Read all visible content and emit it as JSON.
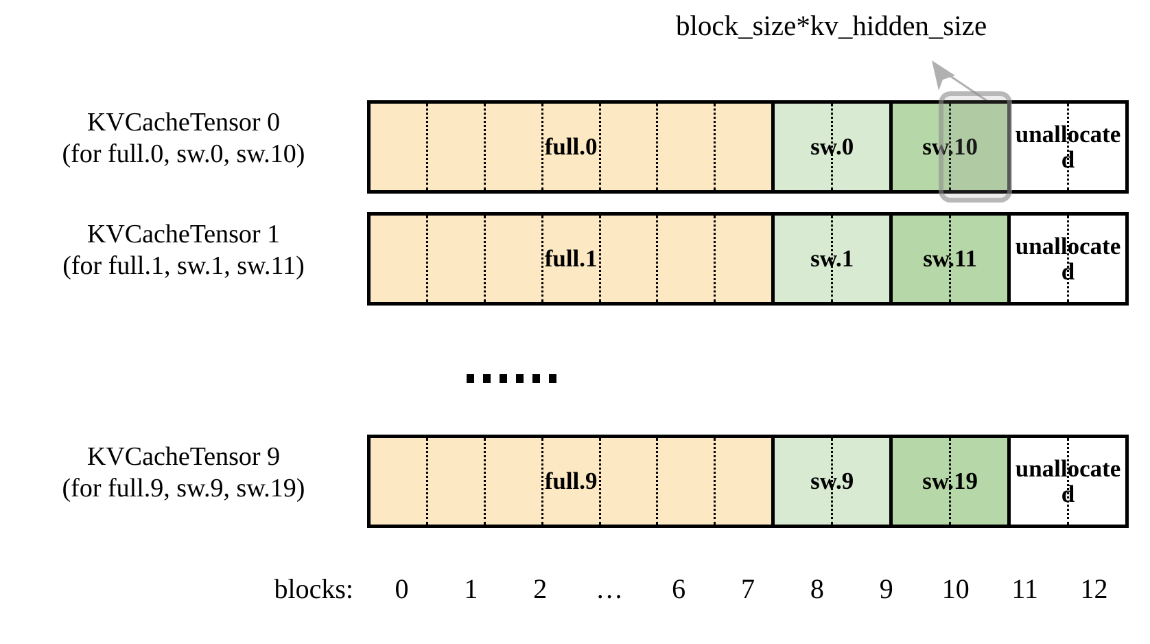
{
  "annotation": {
    "callout_label": "block_size*kv_hidden_size",
    "arrow_icon": "arrow-up-left-icon",
    "highlight_target_block": "11"
  },
  "colors": {
    "full_segment": "#fce8c3",
    "sw_segment": "#d9ead3",
    "sw_second_segment": "#b6d7a8",
    "unallocated_segment": "#ffffff",
    "outline": "#000000",
    "highlight": "#8c8c8c"
  },
  "rows": [
    {
      "title": "KVCacheTensor 0",
      "subtitle": "(for full.0, sw.0, sw.10)",
      "segments": [
        {
          "label": "full.0",
          "blocks": 7,
          "kind": "full"
        },
        {
          "label": "sw.0",
          "blocks": 2,
          "kind": "sw"
        },
        {
          "label": "sw.10",
          "blocks": 2,
          "kind": "sw2"
        },
        {
          "label": "unallocated",
          "blocks": 2,
          "kind": "unallocated"
        }
      ]
    },
    {
      "title": "KVCacheTensor 1",
      "subtitle": "(for full.1, sw.1, sw.11)",
      "segments": [
        {
          "label": "full.1",
          "blocks": 7,
          "kind": "full"
        },
        {
          "label": "sw.1",
          "blocks": 2,
          "kind": "sw"
        },
        {
          "label": "sw.11",
          "blocks": 2,
          "kind": "sw2"
        },
        {
          "label": "unallocated",
          "blocks": 2,
          "kind": "unallocated"
        }
      ]
    },
    {
      "title": "KVCacheTensor 9",
      "subtitle": "(for full.9, sw.9, sw.19)",
      "segments": [
        {
          "label": "full.9",
          "blocks": 7,
          "kind": "full"
        },
        {
          "label": "sw.9",
          "blocks": 2,
          "kind": "sw"
        },
        {
          "label": "sw.19",
          "blocks": 2,
          "kind": "sw2"
        },
        {
          "label": "unallocated",
          "blocks": 2,
          "kind": "unallocated"
        }
      ]
    }
  ],
  "ellipsis": {
    "between_rows": "......",
    "dot_count": 6
  },
  "axis": {
    "title": "blocks:",
    "ticks": [
      "0",
      "1",
      "2",
      "…",
      "6",
      "7",
      "8",
      "9",
      "10",
      "11",
      "12"
    ]
  }
}
